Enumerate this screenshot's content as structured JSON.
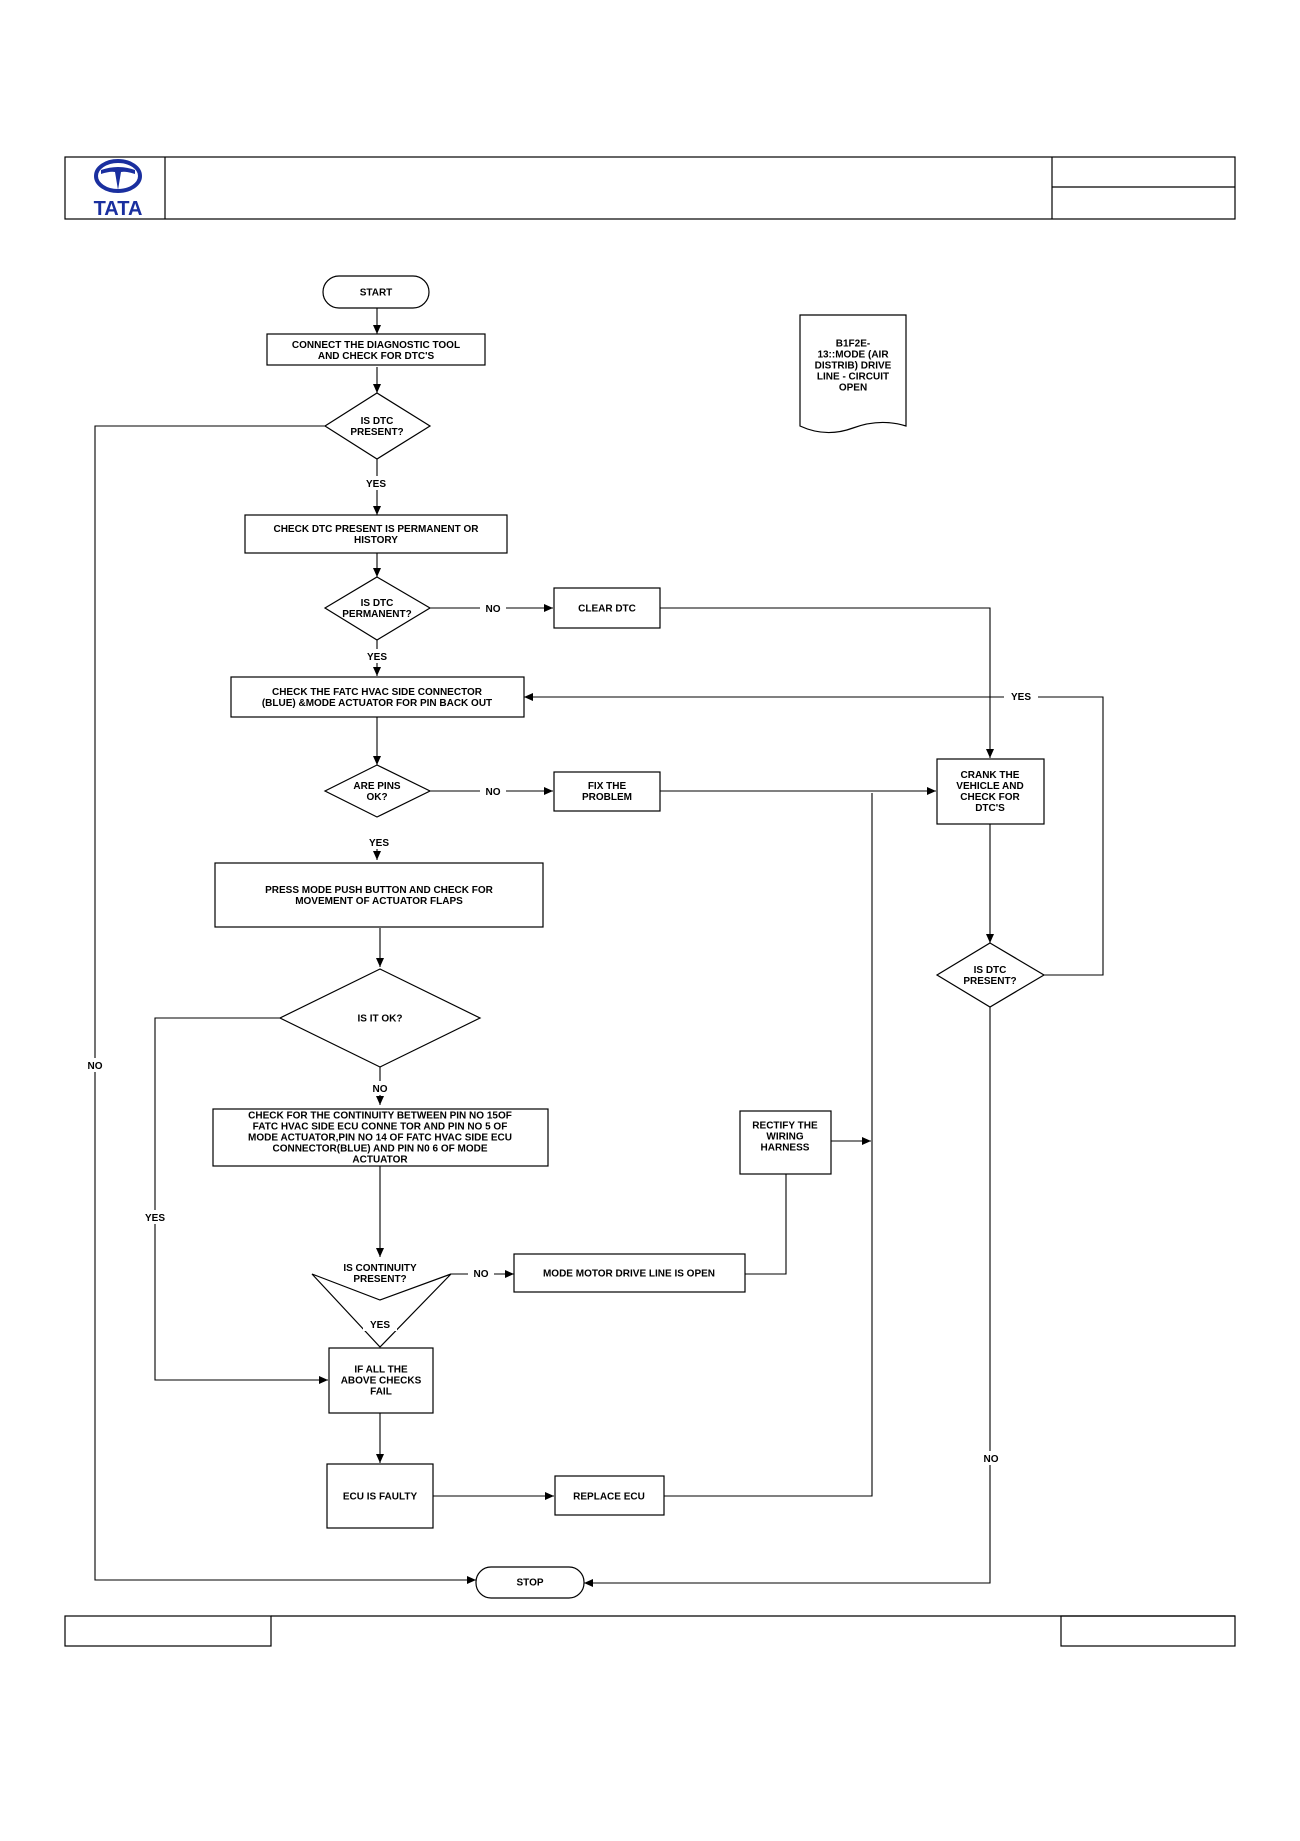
{
  "header": {
    "logo_text": "TATA",
    "logo_color": "#1a2f9f"
  },
  "note": {
    "lines": [
      "B1F2E-",
      "13::MODE (AIR",
      "DISTRIB) DRIVE",
      "LINE - CIRCUIT",
      "OPEN"
    ],
    "color": "#e00000"
  },
  "nodes": {
    "start": [
      "START"
    ],
    "connect": [
      "CONNECT THE DIAGNOSTIC TOOL",
      "AND CHECK FOR  DTC'S"
    ],
    "dtc_present_1": [
      "IS  DTC",
      "PRESENT?"
    ],
    "check_permanent": [
      "CHECK DTC  PRESENT IS PERMANENT OR",
      "HISTORY"
    ],
    "dtc_permanent": [
      "IS  DTC",
      "PERMANENT?"
    ],
    "clear_dtc": [
      "CLEAR DTC"
    ],
    "check_connector": [
      "CHECK THE FATC HVAC SIDE CONNECTOR",
      "(BLUE) &MODE ACTUATOR FOR PIN BACK OUT"
    ],
    "pins_ok": [
      "ARE PINS",
      "OK?"
    ],
    "fix_problem": [
      "FIX THE",
      "PROBLEM"
    ],
    "crank": [
      "CRANK THE",
      "VEHICLE AND",
      "CHECK FOR",
      "DTC'S"
    ],
    "press_mode": [
      "PRESS MODE PUSH BUTTON AND CHECK FOR",
      "MOVEMENT OF ACTUATOR FLAPS"
    ],
    "dtc_present_2": [
      "IS  DTC",
      "PRESENT?"
    ],
    "is_it_ok": [
      "IS IT OK?"
    ],
    "check_continuity": [
      "CHECK FOR THE CONTINUITY BETWEEN PIN NO 15OF",
      "FATC HVAC SIDE ECU CONNE TOR AND PIN NO 5 OF",
      "MODE ACTUATOR,PIN NO 14 OF FATC HVAC SIDE ECU",
      "CONNECTOR(BLUE) AND    PIN N0 6 OF MODE",
      "ACTUATOR"
    ],
    "rectify": [
      "RECTIFY THE",
      "WIRING",
      "HARNESS"
    ],
    "continuity_present": [
      "IS CONTINUITY",
      "PRESENT?"
    ],
    "drive_line_open": [
      "MODE MOTOR DRIVE LINE IS OPEN"
    ],
    "all_fail": [
      "IF ALL THE",
      "ABOVE CHECKS",
      "FAIL"
    ],
    "ecu_faulty": [
      "ECU IS FAULTY"
    ],
    "replace_ecu": [
      "REPLACE ECU"
    ],
    "stop": [
      "STOP"
    ]
  },
  "labels": {
    "yes_1": "YES",
    "no_left": "NO",
    "no_permanent": "NO",
    "yes_2": "YES",
    "yes_loop": "YES",
    "no_pins": "NO",
    "yes_3": "YES",
    "no_ok": "NO",
    "yes_left": "YES",
    "no_continuity": "NO",
    "yes_4": "YES",
    "no_right": "NO"
  }
}
